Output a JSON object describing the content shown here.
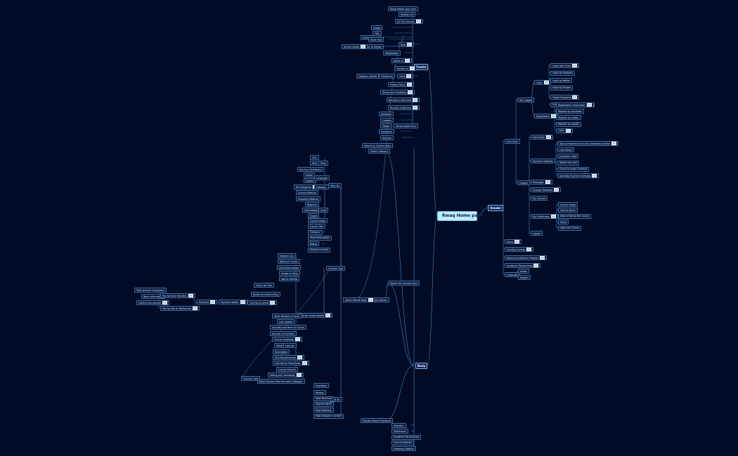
{
  "root": "Rwaq Home page",
  "header": {
    "label": "Header",
    "user_auth": "User Auth",
    "not_logged": "Not Logged",
    "login": "Login",
    "login_items": [
      "Login with Email",
      "Login by facebook",
      "Login by twitter",
      "Login by Google",
      "Forget Password",
      "Create account in registration"
    ],
    "registration": "Registration",
    "registration_items": [
      "Registration Information",
      "Register by facebook",
      "Register by twitter",
      "Register by google",
      "Login"
    ],
    "logged": "Logged",
    "edit_profile": "Edit Profile",
    "payment_methods": "Payment methods",
    "payment_items": [
      "Type of Payment and Last 4 Numbers Special",
      "Card Name",
      "Expiration date",
      "Delete this card",
      "Check to make it default",
      "Add New Payment methods"
    ],
    "messages": "Messages",
    "change_password": "Change Password",
    "my_courses": "My Courses",
    "my_certificates": "My Certificates",
    "certificate_items": [
      "Course Image",
      "Course Name",
      "Date of Taking the course",
      "Share",
      "Open the Course"
    ],
    "logout": "Logout",
    "home": "Home",
    "training_courses": "Training Courses",
    "accreditation": "Rwaq Accreditation Program",
    "partnerships": "Academic Partnerships",
    "language": "Language",
    "arabic": "Arabic",
    "english": "English"
  },
  "footer": {
    "label": "Footer",
    "items": [
      "Rwaq Mobile App Links",
      "Mailing List",
      "All The Courses",
      "Article Details",
      "Image",
      "Title",
      "Short Text",
      "Link To Details",
      "Article Details",
      "Blog",
      "Registration",
      "About us",
      "Contact us",
      "Category details",
      "Categories",
      "Class",
      "Privacy Policy",
      "Terms and Conditions",
      "Become a Instructor",
      "Become a Member",
      "Facebook",
      "Linkedin",
      "Twitter",
      "Instagram",
      "Youtube",
      "Social media links"
    ]
  },
  "body": {
    "label": "Body",
    "search_by_course_name": "Search by Course name",
    "select_category": "Select Category",
    "search_result_page": "Search Result Page",
    "apply_button": "Apply Button",
    "search_for_courses": "Search for Courses Form",
    "filter_by": "Filter By",
    "filter_items": [
      "Free",
      "Paid",
      "Price",
      "Has Any Certificate",
      "Arabic",
      "English",
      "Language",
      "All Categories",
      "Category",
      "Current Material",
      "Preparing Material",
      "Beginner",
      "Intermediate",
      "Level",
      "Expert"
    ],
    "courses_card": "Courses Card",
    "card_items": [
      "Course Image",
      "Course Title",
      "Category",
      "Small description",
      "Rating",
      "Session provider"
    ],
    "go_to_course_details": "Link for course details",
    "course_details_items": [
      "Session Link",
      "Name of Course",
      "Small Description",
      "Image or Video",
      "Add to wishlist",
      "Check for Free",
      "Button to enroll or Buy",
      "Link Pay to enroll"
    ],
    "payment": "Payment",
    "payment_details": "Payment details",
    "pay_items": [
      "Total amount of payment",
      "Basic Information",
      "Confirm the transfer",
      "Pay by Bank Transfers",
      "Pay by Visa or Mastercard"
    ],
    "course_more": [
      "Short Number of Hours",
      "Last Update",
      "Included and Parts of Course",
      "Number of Duration",
      "Course Language",
      "Writer",
      "Lecturer",
      "Description",
      "Skill Requirements",
      "Lectures or Procedures",
      "Course Content",
      "Rating and Comments",
      "More Courses from the same Category"
    ],
    "courses_card_bottom": "Courses Card",
    "sort_by": "Sort By",
    "sort_items": [
      "Expiration",
      "Newest",
      "Most Reviewed",
      "Highest Rated",
      "Most Relevant",
      "Most Followers number"
    ],
    "popular_search": "Popular Search Keywords",
    "bottom_items": [
      "Statistics",
      "Testimonial",
      "Academic Partnerships",
      "Current Material",
      "Preparing Material"
    ]
  }
}
